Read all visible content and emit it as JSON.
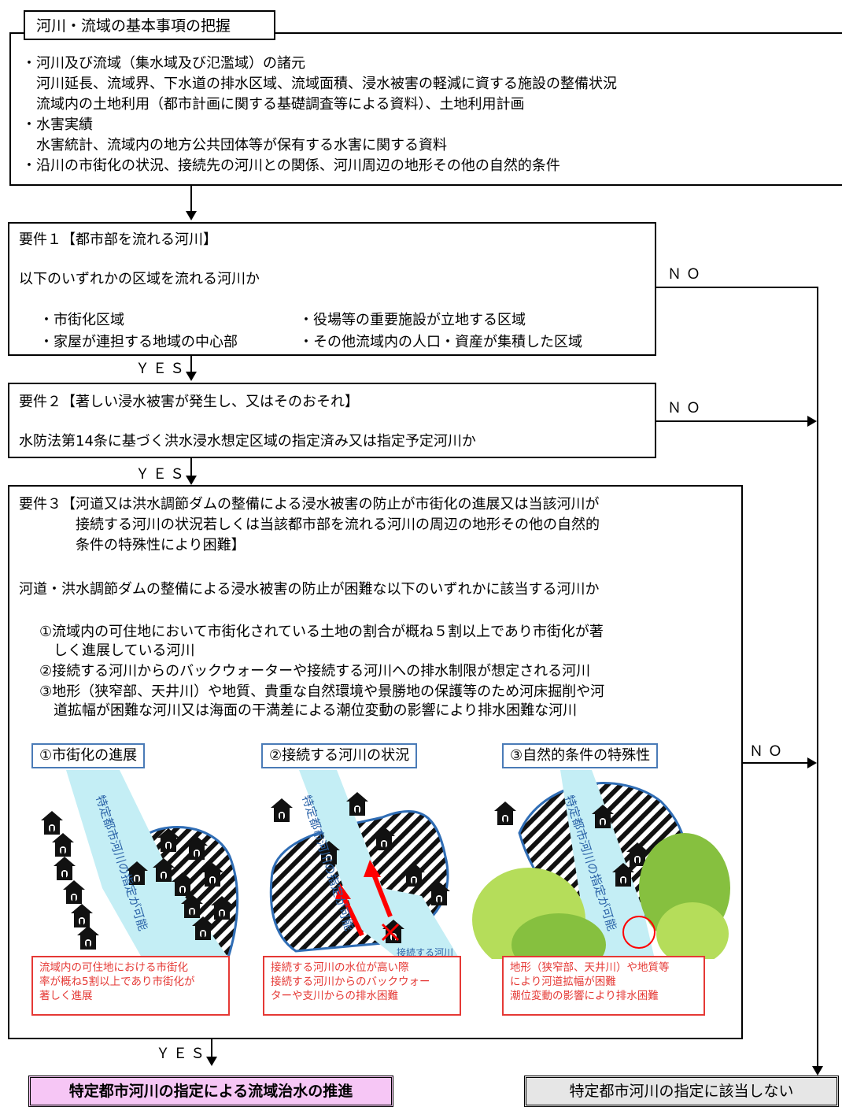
{
  "header": {
    "title": "河川・流域の基本事項の把握",
    "lines": [
      "・河川及び流域（集水域及び氾濫域）の諸元",
      "　河川延長、流域界、下水道の排水区域、流域面積、浸水被害の軽減に資する施設の整備状況",
      "　流域内の土地利用（都市計画に関する基礎調査等による資料）、土地利用計画",
      "・水害実績",
      "　水害統計、流域内の地方公共団体等が保有する水害に関する資料",
      "・沿川の市街化の状況、接続先の河川との関係、河川周辺の地形その他の自然的条件"
    ]
  },
  "req1": {
    "title": "要件１【都市部を流れる河川】",
    "question": "以下のいずれかの区域を流れる河川か",
    "items_left": [
      "・市街化区域",
      "・家屋が連担する地域の中心部"
    ],
    "items_right": [
      "・役場等の重要施設が立地する区域",
      "・その他流域内の人口・資産が集積した区域"
    ]
  },
  "req2": {
    "title": "要件２【著しい浸水被害が発生し、又はそのおそれ】",
    "question": "水防法第14条に基づく洪水浸水想定区域の指定済み又は指定予定河川か"
  },
  "req3": {
    "title_lines": [
      "要件３【河道又は洪水調節ダムの整備による浸水被害の防止が市街化の進展又は当該河川が",
      "　　　　接続する河川の状況若しくは当該都市部を流れる河川の周辺の地形その他の自然的",
      "　　　　条件の特殊性により困難】"
    ],
    "question": "河道・洪水調節ダムの整備による浸水被害の防止が困難な以下のいずれかに該当する河川か",
    "conditions": [
      "①流域内の可住地において市街化されている土地の割合が概ね５割以上であり市街化が著",
      "　しく進展している河川",
      "②接続する河川からのバックウォーターや接続する河川への排水制限が想定される河川",
      "③地形（狭窄部、天井川）や地質、貴重な自然環境や景勝地の保護等のため河床掘削や河",
      "　道拡幅が困難な河川又は海面の干満差による潮位変動の影響により排水困難な河川"
    ],
    "panels": [
      {
        "title": "①市街化の進展",
        "river": "特定都市河川の指定が可能",
        "note": [
          "流域内の可住地における市街化",
          "率が概ね5割以上であり市街化が",
          "著しく進展"
        ]
      },
      {
        "title": "②接続する河川の状況",
        "river": "特定都市河川の指定が可能",
        "connect": "接続する河川",
        "note": [
          "接続する河川の水位が高い際",
          "接続する河川からのバックウォー",
          "ターや支川からの排水困難"
        ]
      },
      {
        "title": "③自然的条件の特殊性",
        "river": "特定都市河川の指定が可能",
        "note": [
          "地形（狭窄部、天井川）や地質等",
          "により河道拡幅が困難",
          "潮位変動の影響により排水困難"
        ]
      }
    ]
  },
  "labels": {
    "yes": "ＹＥＳ",
    "no": "ＮＯ"
  },
  "results": {
    "positive": "特定都市河川の指定による流域治水の推進",
    "negative": "特定都市河川の指定に該当しない"
  },
  "colors": {
    "positive_bg": "#f6c6f5",
    "negative_bg": "#e6e6e6",
    "river": "#c4eef5",
    "hill": "#b5dd5a",
    "hill_dark": "#86c03f",
    "red": "#e53935",
    "panel_border": "#4a7bb7",
    "urban_edge": "#2f6db5"
  }
}
